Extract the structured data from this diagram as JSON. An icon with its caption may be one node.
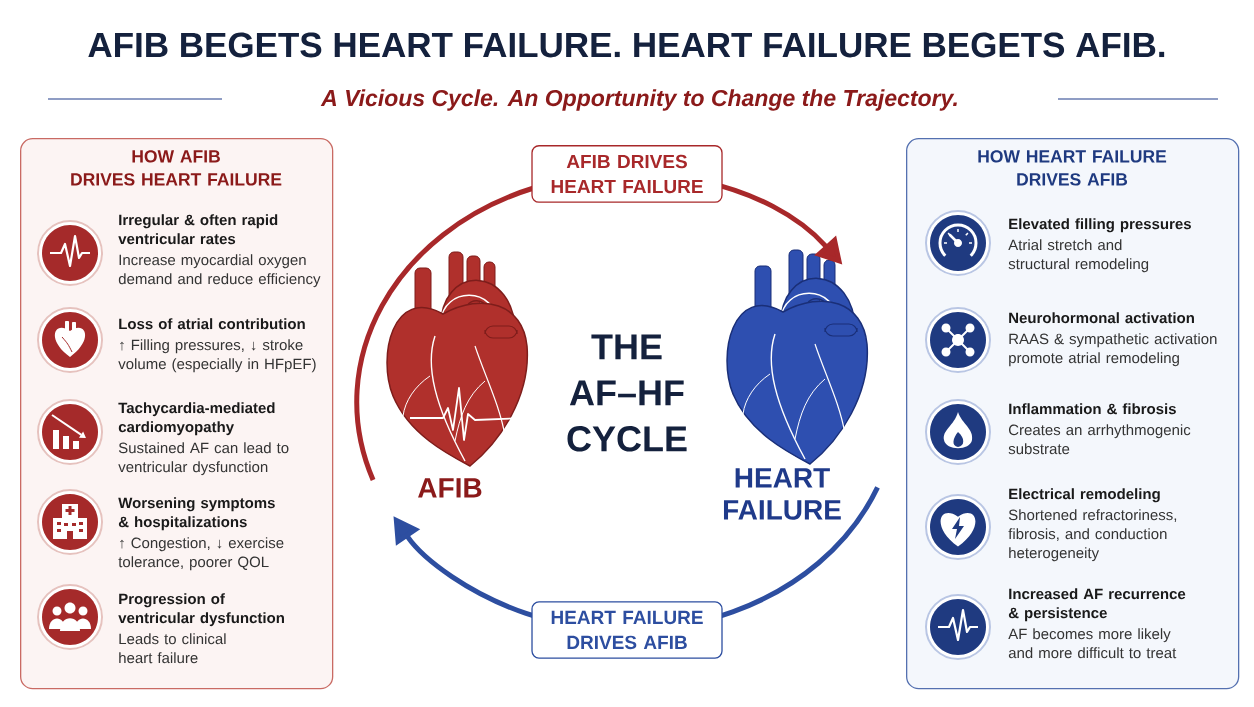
{
  "diagram": {
    "title": "AFIB BEGETS HEART FAILURE. HEART FAILURE BEGETS AFIB.",
    "nodes": [
      {
        "text": [
          "HOW AFIB DRIVES HEART FAILURE"
        ]
      },
      {
        "text": [
          "Irregular & often rapid ventricular rates",
          "Increase myocardial oxygen demand and reduce efficiency"
        ],
        "in": 0
      },
      {
        "text": [
          "Loss of atrial contribution",
          "↑ Filling pressures, ↓ stroke volume (especially in HFpEF)"
        ],
        "in": 0
      },
      {
        "text": [
          "Tachycardia-mediated cardiomyopathy",
          "Sustained AF can lead to ventricular dysfunction"
        ],
        "in": 0
      },
      {
        "text": [
          "Worsening symptoms & hospitalizations",
          "↑ Congestion, ↓ exercise tolerance, poorer QOL"
        ],
        "in": 0
      },
      {
        "text": [
          "Progression of ventricular dysfunction",
          "Leads to clinical heart failure"
        ],
        "in": 0
      },
      {
        "text": [
          "HOW HEART FAILURE DRIVES AFIB"
        ]
      },
      {
        "text": [
          "Elevated filling pressures",
          "Atrial stretch and structural remodeling"
        ],
        "in": 6
      },
      {
        "text": [
          "Neurohormonal activation",
          "RAAS & sympathetic activation promote atrial remodeling"
        ],
        "in": 6
      },
      {
        "text": [
          "Inflammation & fibrosis",
          "Creates an arrhythmogenic substrate"
        ],
        "in": 6
      },
      {
        "text": [
          "Electrical remodeling",
          "Shortened refractoriness, fibrosis, and conduction heterogeneity"
        ],
        "in": 6
      },
      {
        "text": [
          "Increased AF recurrence & persistence",
          "AF becomes more likely and more difficult to treat"
        ],
        "in": 6
      },
      {
        "text": [
          "AFIB"
        ]
      },
      {
        "text": [
          "HEART FAILURE"
        ]
      }
    ],
    "edges": [
      {
        "from": 12,
        "to": 13,
        "arrow": "to",
        "label": "AFIB DRIVES HEART FAILURE",
        "color": "#a8282a"
      },
      {
        "from": 13,
        "to": 12,
        "arrow": "to",
        "label": "HEART FAILURE DRIVES AFIB",
        "color": "#2d4ea0"
      }
    ],
    "labels": [
      "A Vicious Cycle. An Opportunity to Change the Trajectory.",
      "THE AF–HF CYCLE"
    ]
  }
}
